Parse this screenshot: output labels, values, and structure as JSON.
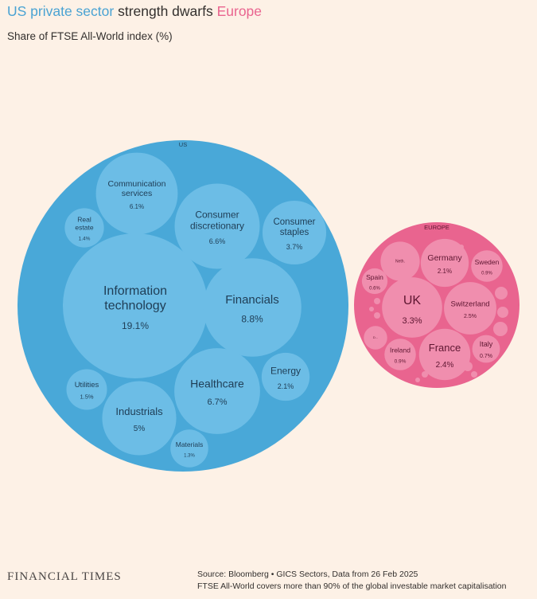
{
  "title": {
    "part1": "US private sector",
    "part2": " strength dwarfs ",
    "part3": "Europe",
    "color1": "#4aa3d3",
    "color2": "#33302e",
    "color3": "#e9648f"
  },
  "subtitle": "Share of FTSE All-World index (%)",
  "chart_data": {
    "type": "bubble",
    "groups": [
      {
        "label": "US",
        "color": "#49a8d8",
        "bubble_color": "#6cbde6",
        "text_color": "#1f3d55",
        "items": [
          {
            "name": "Information technology",
            "value": 19.1,
            "value_label": "19.1%"
          },
          {
            "name": "Financials",
            "value": 8.8,
            "value_label": "8.8%"
          },
          {
            "name": "Healthcare",
            "value": 6.7,
            "value_label": "6.7%"
          },
          {
            "name": "Consumer discretionary",
            "value": 6.6,
            "value_label": "6.6%"
          },
          {
            "name": "Communication services",
            "value": 6.1,
            "value_label": "6.1%"
          },
          {
            "name": "Industrials",
            "value": 5.0,
            "value_label": "5%"
          },
          {
            "name": "Consumer staples",
            "value": 3.7,
            "value_label": "3.7%"
          },
          {
            "name": "Energy",
            "value": 2.1,
            "value_label": "2.1%"
          },
          {
            "name": "Utilities",
            "value": 1.5,
            "value_label": "1.5%"
          },
          {
            "name": "Real estate",
            "value": 1.4,
            "value_label": "1.4%"
          },
          {
            "name": "Materials",
            "value": 1.3,
            "value_label": "1.3%"
          }
        ]
      },
      {
        "label": "EUROPE",
        "color": "#e9648f",
        "bubble_color": "#f08eae",
        "text_color": "#5e1631",
        "items": [
          {
            "name": "UK",
            "value": 3.3,
            "value_label": "3.3%"
          },
          {
            "name": "Switzerland",
            "value": 2.5,
            "value_label": "2.5%"
          },
          {
            "name": "France",
            "value": 2.4,
            "value_label": "2.4%"
          },
          {
            "name": "Germany",
            "value": 2.1,
            "value_label": "2.1%"
          },
          {
            "name": "Netherlands",
            "short_label": "Neth.",
            "value": 1.4,
            "value_label": ""
          },
          {
            "name": "Sweden",
            "value": 0.9,
            "value_label": "0.9%"
          },
          {
            "name": "Ireland",
            "value": 0.9,
            "value_label": "0.9%"
          },
          {
            "name": "Italy",
            "value": 0.7,
            "value_label": "0.7%"
          },
          {
            "name": "Spain",
            "value": 0.6,
            "value_label": "0.6%"
          },
          {
            "name": "Denmark",
            "short_label": "D...",
            "value": 0.5,
            "value_label": ""
          }
        ]
      }
    ]
  },
  "footer": {
    "logo": "FINANCIAL TIMES",
    "source_line1": "Source: Bloomberg • GICS Sectors, Data from 26 Feb 2025",
    "source_line2": "FTSE All-World covers more than 90% of the global investable market capitalisation"
  }
}
